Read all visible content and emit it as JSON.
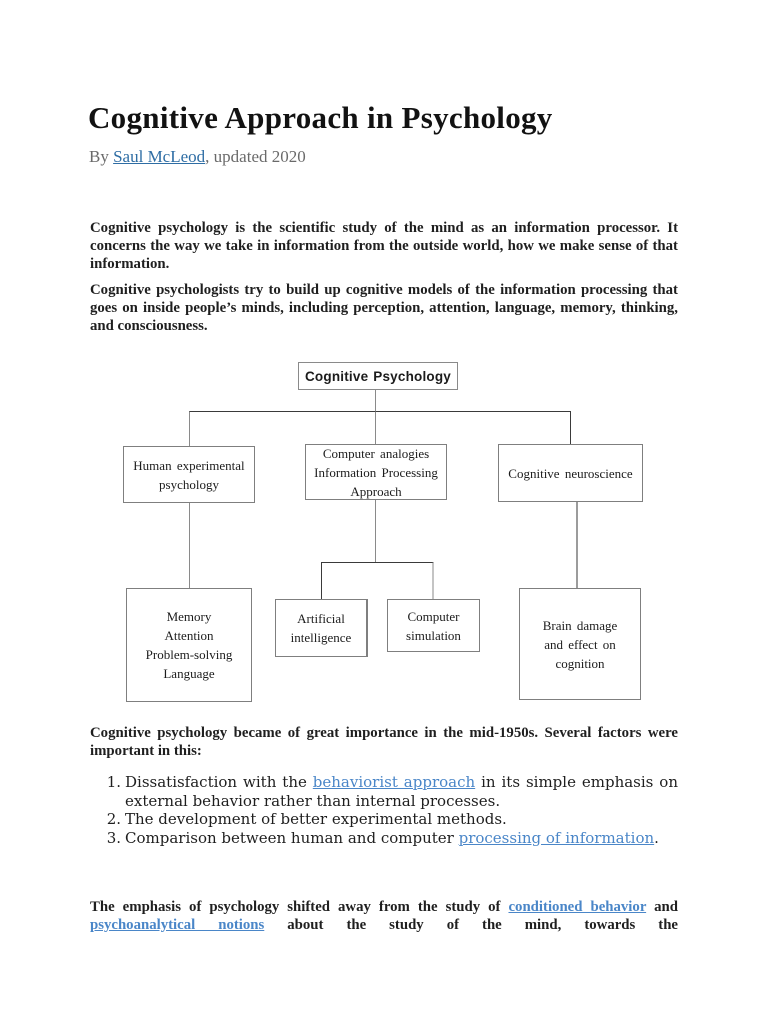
{
  "header": {
    "title": "Cognitive Approach in Psychology",
    "byline_prefix": "By ",
    "byline_author": "Saul McLeod",
    "byline_suffix": ", updated 2020"
  },
  "intro": {
    "p1": "Cognitive psychology is the scientific study of the mind as an information processor. It concerns the way we take in information from the outside world, how we make sense of that information.",
    "p2": "Cognitive psychologists try to build up cognitive models of the information processing that goes on inside people’s minds, including perception, attention, language, memory, thinking, and consciousness."
  },
  "diagram": {
    "root": "Cognitive Psychology",
    "human_experimental": "Human experimental\npsychology",
    "computer_analogies": "Computer analogies\nInformation Processing\nApproach",
    "cognitive_neuroscience": "Cognitive neuroscience",
    "memory_group": "Memory\nAttention\nProblem-solving\nLanguage",
    "artificial_intelligence": "Artificial\nintelligence",
    "computer_simulation": "Computer\nsimulation",
    "brain_damage": "Brain damage\nand effect on\ncognition"
  },
  "mid_paragraph": "Cognitive psychology became of great importance in the mid-1950s. Several factors were important in this:",
  "list": [
    {
      "num": "1.",
      "segments": [
        {
          "t": "Dissatisfaction with the "
        },
        {
          "t": "behaviorist approach",
          "link": true,
          "name": "behaviorist-approach-link"
        },
        {
          "t": " in its simple emphasis on external behavior rather than internal processes."
        }
      ]
    },
    {
      "num": "2.",
      "segments": [
        {
          "t": "The development of better experimental methods."
        }
      ]
    },
    {
      "num": "3.",
      "segments": [
        {
          "t": "Comparison between human and computer "
        },
        {
          "t": "processing of information",
          "link": true,
          "name": "processing-of-information-link"
        },
        {
          "t": "."
        }
      ]
    }
  ],
  "outro_segments": [
    {
      "t": "The emphasis of psychology shifted away from the study of "
    },
    {
      "t": "conditioned behavior",
      "link": true,
      "name": "conditioned-behavior-link"
    },
    {
      "t": " and "
    },
    {
      "t": "psychoanalytical notions",
      "link": true,
      "name": "psychoanalytical-notions-link"
    },
    {
      "t": " about the study of the mind, towards the"
    }
  ],
  "colors": {
    "body_text": "#1f1f1f",
    "byline_gray": "#6a6a6a",
    "byline_link_blue": "#2e6da4",
    "body_link_blue": "#4a86c8",
    "box_border_gray": "#7f7f7f",
    "connector_gray": "#8a8a8a",
    "connector_dark": "#3a3a3a"
  }
}
